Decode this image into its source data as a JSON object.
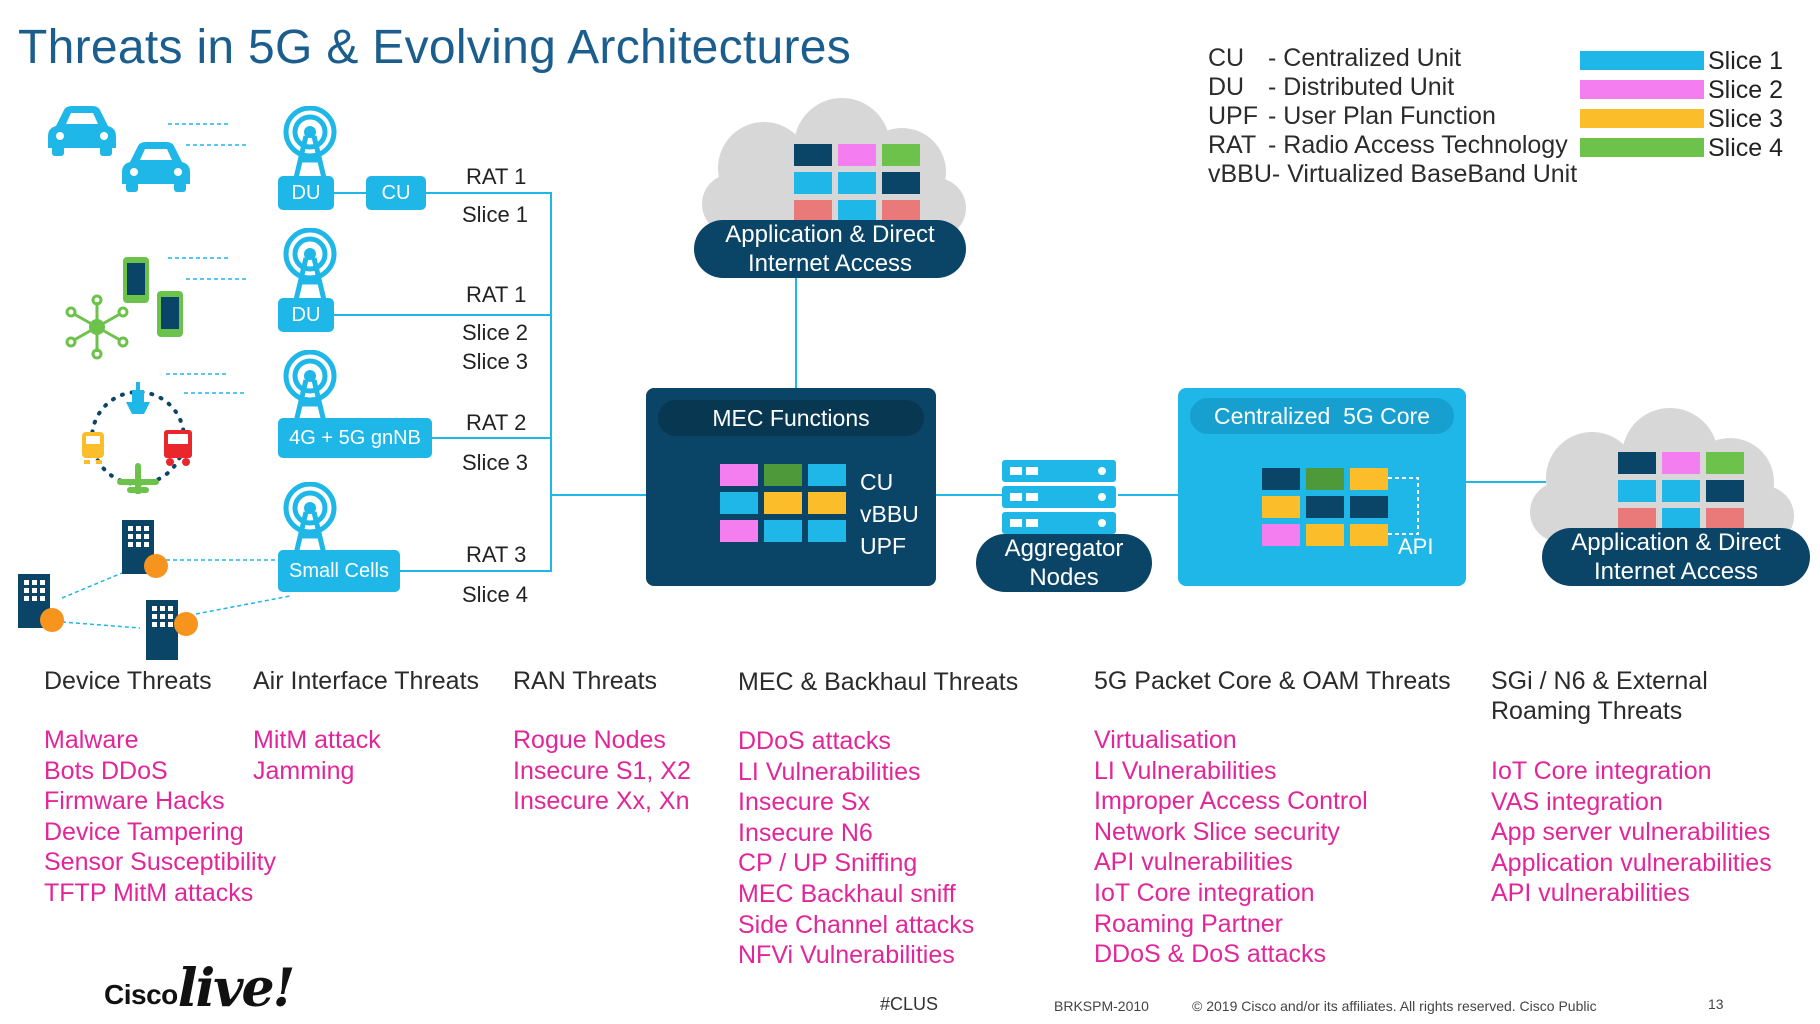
{
  "title": "Threats in 5G & Evolving Architectures",
  "legend": [
    {
      "abbr": "CU",
      "desc": "-  Centralized Unit"
    },
    {
      "abbr": "DU",
      "desc": "-  Distributed Unit"
    },
    {
      "abbr": "UPF",
      "desc": "- User Plan Function"
    },
    {
      "abbr": "RAT",
      "desc": "- Radio Access Technology"
    },
    {
      "abbr": "vBBU-",
      "desc": "Virtualized BaseBand Unit"
    }
  ],
  "slices": [
    {
      "label": "Slice 1",
      "color": "#1fb6e8"
    },
    {
      "label": "Slice 2",
      "color": "#f47ef0"
    },
    {
      "label": "Slice 3",
      "color": "#fbbd2a"
    },
    {
      "label": "Slice 4",
      "color": "#6cc24a"
    }
  ],
  "ran_nodes": {
    "du1": "DU",
    "cu1": "CU",
    "du2": "DU",
    "gnb": "4G + 5G gnNB",
    "small": "Small Cells"
  },
  "links": [
    {
      "rat": "RAT 1",
      "slices": [
        "Slice 1"
      ]
    },
    {
      "rat": "RAT 1",
      "slices": [
        "Slice 2",
        "Slice 3"
      ]
    },
    {
      "rat": "RAT 2",
      "slices": [
        "Slice 3"
      ]
    },
    {
      "rat": "RAT 3",
      "slices": [
        "Slice 4"
      ]
    }
  ],
  "cloud_top": {
    "line1": "Application & Direct",
    "line2": "Internet Access"
  },
  "cloud_right": {
    "line1": "Application & Direct",
    "line2": "Internet Access"
  },
  "mec": {
    "title": "MEC Functions",
    "functions": [
      "CU",
      "vBBU",
      "UPF"
    ]
  },
  "aggregator": {
    "line1": "Aggregator",
    "line2": "Nodes"
  },
  "core": {
    "title": "Centralized  5G Core",
    "api": "API"
  },
  "categories": [
    {
      "heading": [
        "Device Threats"
      ],
      "items": [
        "Malware",
        "Bots DDoS",
        "Firmware Hacks",
        "Device Tampering",
        "Sensor Susceptibility",
        "TFTP MitM attacks"
      ]
    },
    {
      "heading": [
        "Air Interface Threats"
      ],
      "items": [
        "MitM attack",
        "Jamming"
      ]
    },
    {
      "heading": [
        "RAN Threats"
      ],
      "items": [
        "Rogue Nodes",
        "Insecure S1, X2",
        "Insecure Xx, Xn"
      ]
    },
    {
      "heading": [
        "MEC & Backhaul Threats"
      ],
      "items": [
        "DDoS attacks",
        "LI Vulnerabilities",
        "Insecure Sx",
        "Insecure N6",
        "CP / UP Sniffing",
        "MEC Backhaul sniff",
        "Side Channel attacks",
        "NFVi Vulnerabilities"
      ]
    },
    {
      "heading": [
        "5G Packet Core & OAM Threats"
      ],
      "items": [
        "Virtualisation",
        "LI Vulnerabilities",
        "Improper Access Control",
        "Network Slice security",
        "API vulnerabilities",
        "IoT Core integration",
        "Roaming Partner",
        "DDoS & DoS attacks"
      ]
    },
    {
      "heading": [
        "SGi / N6 & External",
        "Roaming Threats"
      ],
      "items": [
        "IoT Core integration",
        "VAS  integration",
        "App server vulnerabilities",
        "Application vulnerabilities",
        "API vulnerabilities"
      ]
    }
  ],
  "footer": {
    "brand": "Cisco",
    "brand_live": "live!",
    "hashtag": "#CLUS",
    "session": "BRKSPM-2010",
    "copyright": "© 2019  Cisco and/or its affiliates. All rights reserved.   Cisco Public",
    "page": "13"
  }
}
